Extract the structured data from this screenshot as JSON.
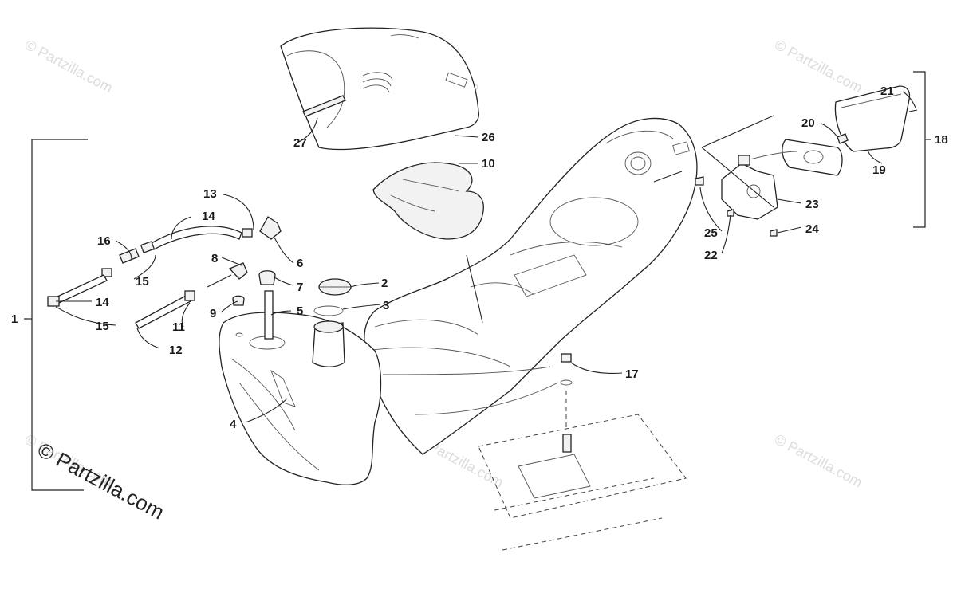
{
  "watermark": {
    "copyright_text": "© Partzilla.com",
    "tiles": [
      "© Partzilla.com",
      "© Partzilla.com",
      "© Partzilla.com",
      "© Partzilla.com",
      "© Partzilla.com",
      "© Partzilla.com"
    ]
  },
  "callouts": {
    "c1": "1",
    "c2": "2",
    "c3": "3",
    "c4": "4",
    "c5": "5",
    "c6": "6",
    "c7": "7",
    "c8": "8",
    "c9": "9",
    "c10": "10",
    "c11": "11",
    "c12": "12",
    "c13": "13",
    "c14a": "14",
    "c14b": "14",
    "c15a": "15",
    "c15b": "15",
    "c16": "16",
    "c17": "17",
    "c18": "18",
    "c19": "19",
    "c20": "20",
    "c21": "21",
    "c22": "22",
    "c23": "23",
    "c24": "24",
    "c25": "25",
    "c26": "26",
    "c27": "27"
  }
}
